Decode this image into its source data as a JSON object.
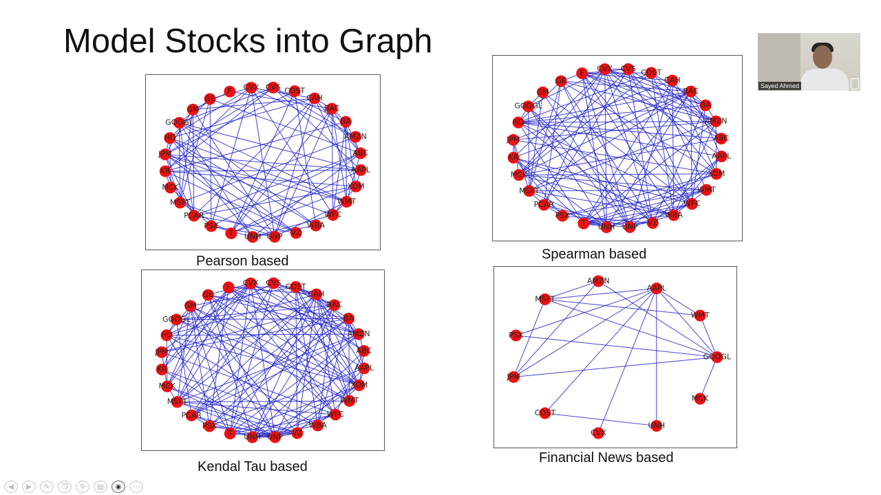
{
  "slide": {
    "title": "Model Stocks into Graph"
  },
  "presenter": {
    "name": "Sayed Ahmed"
  },
  "panels": [
    {
      "id": "pearson",
      "caption": "Pearson based",
      "nodes": [
        "CVX",
        "CVS",
        "COST",
        "CAH",
        "BAC",
        "BA",
        "AMZN",
        "ABC",
        "AAPL",
        "XOM",
        "WMT",
        "WFC",
        "WBA",
        "VZ",
        "UNP",
        "UNH",
        "T",
        "PSX",
        "PCAR",
        "MSFT",
        "MCK",
        "KR",
        "JPM",
        "HD",
        "GOOGL",
        "GM",
        "GE",
        "F"
      ]
    },
    {
      "id": "spearman",
      "caption": "Spearman based",
      "nodes": [
        "CVX",
        "CVS",
        "COST",
        "CAH",
        "BAC",
        "BA",
        "AMZN",
        "ABC",
        "AAPL",
        "XOM",
        "WMT",
        "WFC",
        "WBA",
        "VZ",
        "UNP",
        "UNH",
        "T",
        "PSX",
        "PCAR",
        "MSFT",
        "MCK",
        "KR",
        "JPM",
        "HD",
        "GOOGL",
        "GM",
        "GE",
        "F"
      ]
    },
    {
      "id": "kendal",
      "caption": "Kendal Tau based",
      "nodes": [
        "CVX",
        "CVS",
        "COST",
        "CAH",
        "BAC",
        "BA",
        "AMZN",
        "ABC",
        "AAPL",
        "XOM",
        "WMT",
        "WFC",
        "WBA",
        "VZ",
        "UNP",
        "UNH",
        "T",
        "PSX",
        "PCAR",
        "MSFT",
        "MCK",
        "KR",
        "JPM",
        "HD",
        "GOOGL",
        "GM",
        "GE",
        "F"
      ]
    },
    {
      "id": "news",
      "caption": "Financial News based",
      "nodes": [
        "AMZN",
        "AAPL",
        "MSFT",
        "WMT",
        "PSX",
        "GOOGL",
        "JPM",
        "MCK",
        "COST",
        "UNH",
        "CVX"
      ],
      "edges": [
        [
          "AMZN",
          "MSFT"
        ],
        [
          "AMZN",
          "GOOGL"
        ],
        [
          "AMZN",
          "JPM"
        ],
        [
          "AAPL",
          "MSFT"
        ],
        [
          "AAPL",
          "WMT"
        ],
        [
          "AAPL",
          "GOOGL"
        ],
        [
          "AAPL",
          "JPM"
        ],
        [
          "AAPL",
          "COST"
        ],
        [
          "AAPL",
          "CVX"
        ],
        [
          "AAPL",
          "UNH"
        ],
        [
          "AAPL",
          "PSX"
        ],
        [
          "MSFT",
          "JPM"
        ],
        [
          "MSFT",
          "WMT"
        ],
        [
          "MSFT",
          "GOOGL"
        ],
        [
          "PSX",
          "GOOGL"
        ],
        [
          "JPM",
          "GOOGL"
        ],
        [
          "GOOGL",
          "MCK"
        ],
        [
          "COST",
          "UNH"
        ],
        [
          "WMT",
          "GOOGL"
        ]
      ]
    }
  ],
  "toolbar": {
    "icons": [
      "back-icon",
      "forward-icon",
      "pen-icon",
      "copy-icon",
      "zoom-icon",
      "subtitles-icon",
      "camera-icon",
      "more-icon"
    ]
  }
}
